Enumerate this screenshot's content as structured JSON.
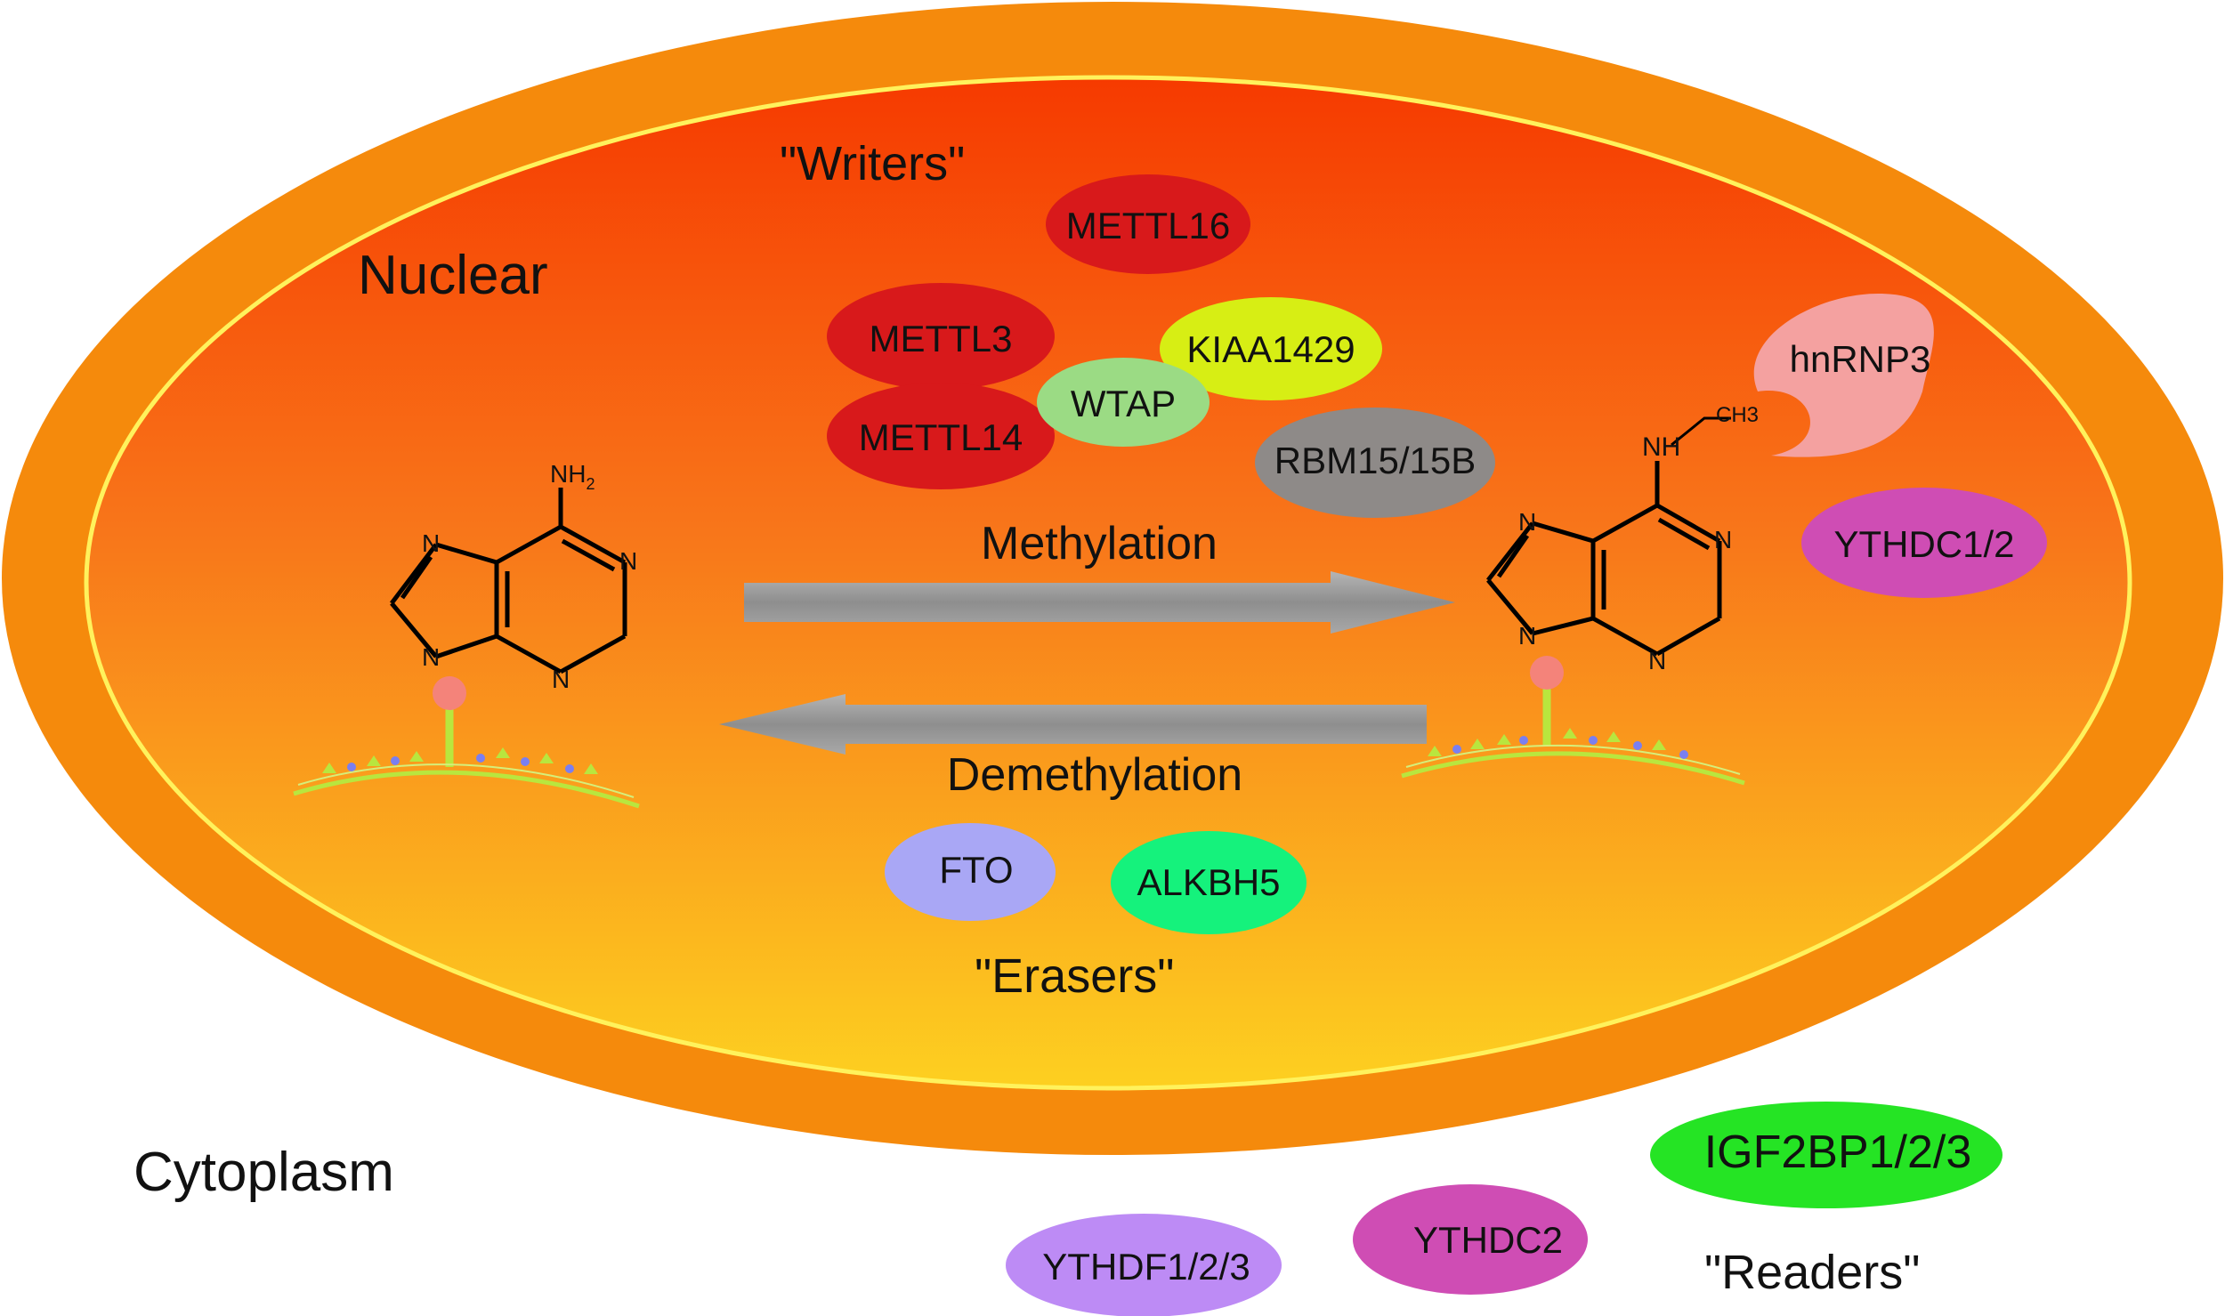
{
  "labels": {
    "nuclear": "Nuclear",
    "cytoplasm": "Cytoplasm",
    "writers": "\"Writers\"",
    "erasers": "\"Erasers\"",
    "readers": "\"Readers\"",
    "methylation": "Methylation",
    "demethylation": "Demethylation"
  },
  "writers": {
    "mettl16": "METTL16",
    "mettl3": "METTL3",
    "mettl14": "METTL14",
    "wtap": "WTAP",
    "kiaa1429": "KIAA1429",
    "rbm15": "RBM15/15B"
  },
  "erasers": {
    "fto": "FTO",
    "alkbh5": "ALKBH5"
  },
  "nuclear_readers": {
    "hnrnp3": "hnRNP3",
    "ythdc12": "YTHDC1/2"
  },
  "cytoplasm_readers": {
    "igf2bp": "IGF2BP1/2/3",
    "ythdc2": "YTHDC2",
    "ythdf": "YTHDF1/2/3"
  },
  "molecule": {
    "nh2": "NH",
    "nh2_sub": "2",
    "nh": "NH",
    "ch3": "CH3",
    "n": "N"
  },
  "colors": {
    "cell_outer": "#f58a0c",
    "nucleus_top": "#f63c00",
    "nucleus_bottom": "#fccc20",
    "membrane": "#fff15a",
    "mettl": "#d8191b",
    "wtap": "#9bdb84",
    "kiaa1429": "#d7ee14",
    "rbm15": "#8e8a88",
    "hnrnp3": "#f4a1a0",
    "ythdc": "#cf4db4",
    "fto": "#a9a7f5",
    "alkbh5": "#15f27c",
    "igf2bp": "#25e424",
    "ythdf": "#bd8bf5",
    "arrow": "#9a9a9a",
    "rna": "#b9e63e",
    "methyl_site": "#f4837a"
  }
}
